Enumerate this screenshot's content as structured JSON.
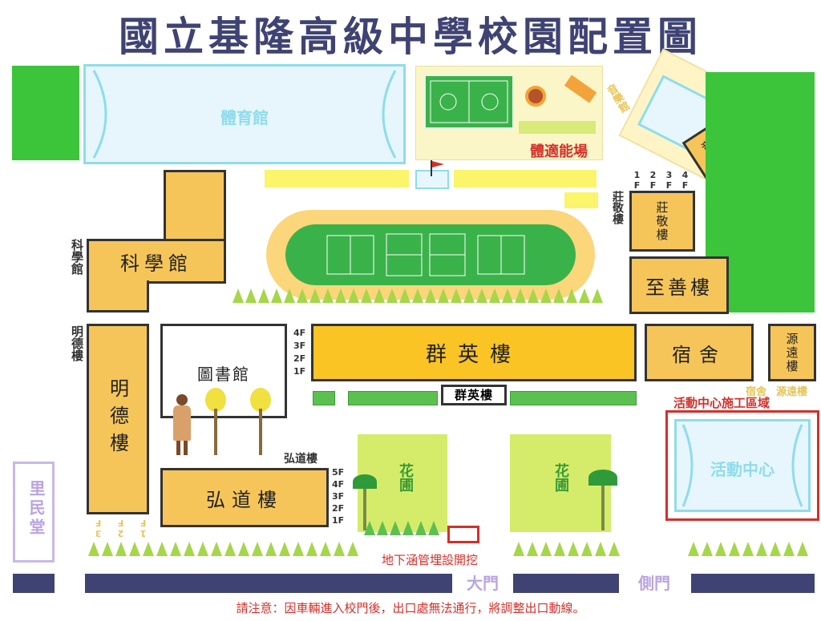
{
  "title": "國立基隆高級中學校園配置圖",
  "buildings": {
    "gym": "體育館",
    "fitness_field": "體適能場",
    "music_hall": "音樂館",
    "music_hall_label": "音樂館",
    "zhuangjing": "莊敬樓",
    "zhuangjing_label": "莊敬樓",
    "zhishan": "至善樓",
    "science": "科學館",
    "science_label": "科學館",
    "qunying": "群英樓",
    "qunying_sign": "群英樓",
    "library": "圖書館",
    "mingde": "明德樓",
    "mingde_label": "明德樓",
    "hongdao": "弘道樓",
    "hongdao_label": "弘道樓",
    "dorm": "宿舍",
    "dorm_label": "宿舍",
    "yuanyuan": "源遠樓",
    "yuanyuan_label": "源遠樓",
    "activity_center": "活動中心",
    "limin": "里民堂",
    "garden_left": "花圃",
    "garden_right": "花圃"
  },
  "floors": {
    "zhuangjing": [
      "4F",
      "3F",
      "2F",
      "1F"
    ],
    "qunying": [
      "4F",
      "3F",
      "2F",
      "1F"
    ],
    "hongdao": [
      "5F",
      "4F",
      "3F",
      "2F",
      "1F"
    ],
    "mingde": [
      "3F",
      "2F",
      "1F"
    ]
  },
  "gates": {
    "main": "大門",
    "side": "側門"
  },
  "notices": {
    "construction": "活動中心施工區域",
    "excavation": "地下涵管埋設開挖",
    "footer": "請注意：因車輛進入校門後，出口處無法通行，將調整出口動線。"
  },
  "colors": {
    "building": "#f6c55a",
    "title": "#3f4373",
    "road": "#3f4373",
    "grass": "#3cc43a",
    "warning": "#d2302a"
  }
}
